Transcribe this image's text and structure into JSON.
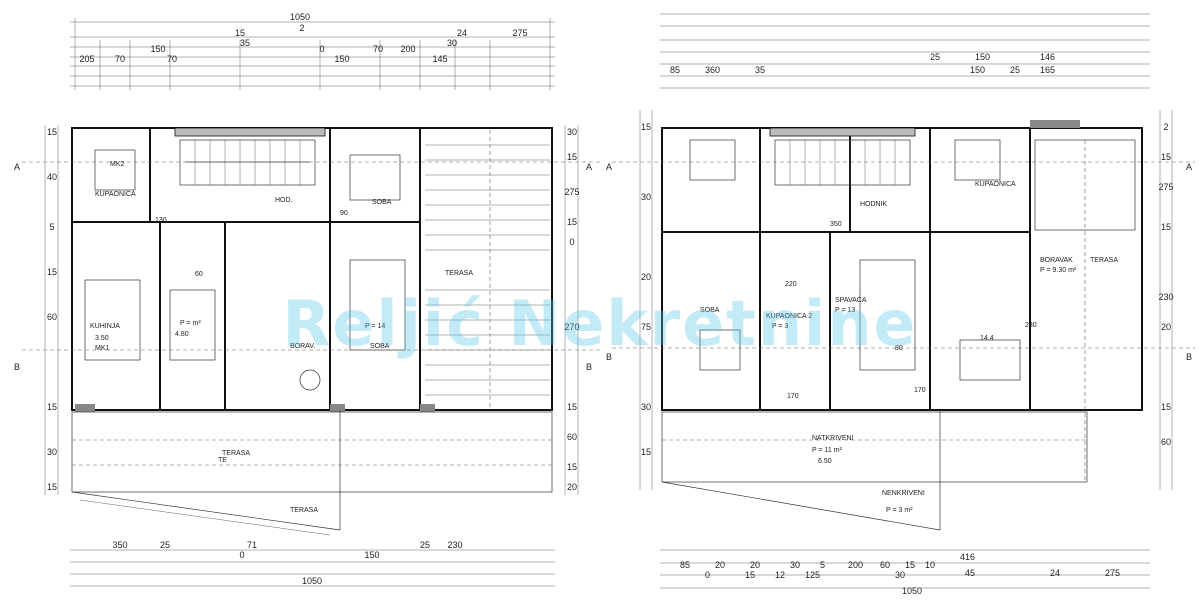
{
  "left_plan": {
    "top_dims": [
      {
        "text": "1050"
      },
      {
        "text": "2"
      },
      {
        "text": "15"
      },
      {
        "text": "24"
      },
      {
        "text": "275"
      },
      {
        "text": "150"
      },
      {
        "text": "35"
      },
      {
        "text": "0"
      },
      {
        "text": "70"
      },
      {
        "text": "200"
      },
      {
        "text": "30"
      },
      {
        "text": "205"
      },
      {
        "text": "70"
      },
      {
        "text": "70"
      },
      {
        "text": "150"
      },
      {
        "text": "145"
      }
    ],
    "bottom_dims": [
      {
        "text": "350"
      },
      {
        "text": "25"
      },
      {
        "text": "0"
      },
      {
        "text": "71"
      },
      {
        "text": "150"
      },
      {
        "text": "25"
      },
      {
        "text": "230"
      },
      {
        "text": "1050"
      }
    ],
    "left_dims": [
      {
        "text": "15"
      },
      {
        "text": "40"
      },
      {
        "text": "5"
      },
      {
        "text": "15"
      },
      {
        "text": "60"
      },
      {
        "text": "15"
      },
      {
        "text": "30"
      },
      {
        "text": "15"
      }
    ],
    "right_dims": [
      {
        "text": "30"
      },
      {
        "text": "15"
      },
      {
        "text": "275"
      },
      {
        "text": "15"
      },
      {
        "text": "0"
      },
      {
        "text": "270"
      },
      {
        "text": "15"
      },
      {
        "text": "60"
      },
      {
        "text": "15"
      },
      {
        "text": "20"
      }
    ],
    "rooms": [
      {
        "label": "KUPAONICA",
        "sub": "MK2"
      },
      {
        "label": "HOD.",
        "sub": ""
      },
      {
        "label": "SOBA",
        "sub": ""
      },
      {
        "label": "KUHINJA",
        "sub": "MK1"
      },
      {
        "label": "BORAV.",
        "sub": "P = m²"
      },
      {
        "label": "SOBA",
        "sub": "P = 14"
      },
      {
        "label": "TERASA",
        "sub": ""
      },
      {
        "label": "TERASA",
        "sub": "TE"
      },
      {
        "label": "TERASA",
        "sub": ""
      }
    ],
    "values": [
      {
        "text": "130"
      },
      {
        "text": "60"
      },
      {
        "text": "4.80"
      },
      {
        "text": "3.50"
      },
      {
        "text": "90"
      }
    ]
  },
  "right_plan": {
    "top_dims": [
      {
        "text": "85"
      },
      {
        "text": "360"
      },
      {
        "text": "35"
      },
      {
        "text": "25"
      },
      {
        "text": "150"
      },
      {
        "text": "146"
      },
      {
        "text": "150"
      },
      {
        "text": "25"
      },
      {
        "text": "165"
      }
    ],
    "bottom_dims": [
      {
        "text": "85"
      },
      {
        "text": "20"
      },
      {
        "text": "20"
      },
      {
        "text": "30"
      },
      {
        "text": "5"
      },
      {
        "text": "200"
      },
      {
        "text": "60"
      },
      {
        "text": "15"
      },
      {
        "text": "10"
      },
      {
        "text": "45"
      },
      {
        "text": "24"
      },
      {
        "text": "275"
      },
      {
        "text": "0"
      },
      {
        "text": "15"
      },
      {
        "text": "12"
      },
      {
        "text": "125"
      },
      {
        "text": "30"
      },
      {
        "text": "416"
      },
      {
        "text": "1050"
      }
    ],
    "left_dims": [
      {
        "text": "15"
      },
      {
        "text": "30"
      },
      {
        "text": "20"
      },
      {
        "text": "75"
      },
      {
        "text": "30"
      },
      {
        "text": "15"
      }
    ],
    "right_dims": [
      {
        "text": "2"
      },
      {
        "text": "15"
      },
      {
        "text": "275"
      },
      {
        "text": "15"
      },
      {
        "text": "230"
      },
      {
        "text": "20"
      },
      {
        "text": "15"
      },
      {
        "text": "60"
      }
    ],
    "rooms": [
      {
        "label": "KUPAONICA",
        "sub": ""
      },
      {
        "label": "HODNIK",
        "sub": ""
      },
      {
        "label": "KUPAONICA 2",
        "sub": "P = 3"
      },
      {
        "label": "SOBA",
        "sub": ""
      },
      {
        "label": "BORAVAK",
        "sub": "P = 9.30 m²"
      },
      {
        "label": "SPAVAĆA",
        "sub": "P = 13"
      },
      {
        "label": "NATKRIVENI",
        "sub": "P = 11 m²"
      },
      {
        "label": "NENKRIVENI",
        "sub": "P = 3 m²"
      },
      {
        "label": "TERASA",
        "sub": ""
      }
    ],
    "values": [
      {
        "text": "220"
      },
      {
        "text": "230"
      },
      {
        "text": "170"
      },
      {
        "text": "170"
      },
      {
        "text": "14.4"
      },
      {
        "text": "80"
      },
      {
        "text": "350"
      },
      {
        "text": "6.50"
      }
    ]
  },
  "section_marks": [
    {
      "text": "A"
    },
    {
      "text": "B"
    },
    {
      "text": "A"
    },
    {
      "text": "B"
    },
    {
      "text": "A"
    },
    {
      "text": "B"
    },
    {
      "text": "A"
    },
    {
      "text": "B"
    }
  ],
  "watermark": "Reljić Nekretnine"
}
